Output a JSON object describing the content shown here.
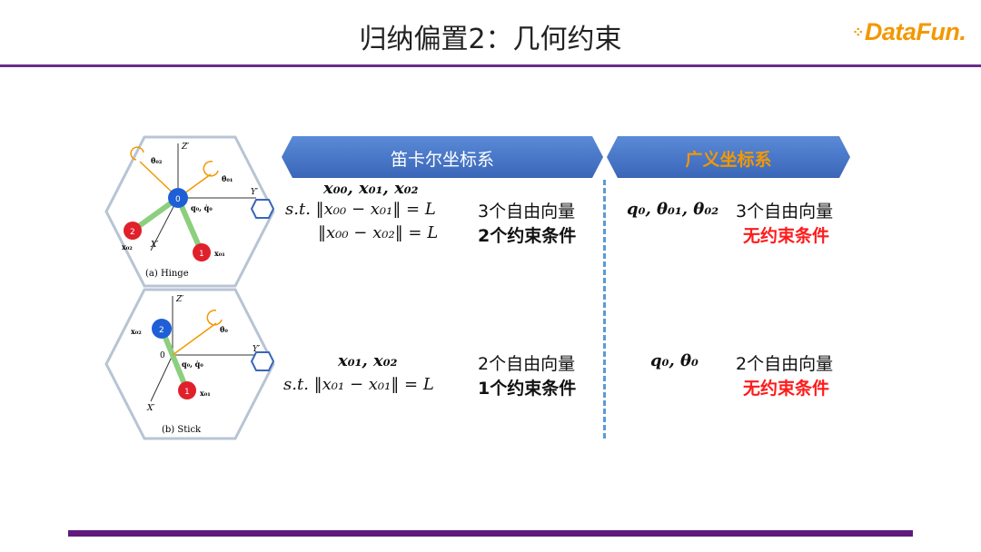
{
  "slide": {
    "title": "归纳偏置2：几何约束",
    "logo": {
      "text": "DataFun."
    },
    "colors": {
      "accent_purple": "#6a2c8b",
      "banner_blue": "#4472c4",
      "orange": "#f39800",
      "constraint_red": "#ff1a1a",
      "divider_blue": "#5b9bd5"
    }
  },
  "header": {
    "cartesian_label": "笛卡尔坐标系",
    "generalized_label": "广义坐标系"
  },
  "figures": {
    "hinge": {
      "caption": "(a) Hinge",
      "labels": {
        "z": "Z′",
        "y": "Y′",
        "x": "X′",
        "q": "q₀, q̇₀",
        "theta02": "θ̇₀₂",
        "theta01": "θ̇₀₁",
        "x02": "x₀₂",
        "x01": "x₀₁",
        "n0": "0",
        "n1": "1",
        "n2": "2"
      }
    },
    "stick": {
      "caption": "(b) Stick",
      "labels": {
        "z": "Z′",
        "y": "Y′",
        "x": "X′",
        "q": "q₀, q̇₀",
        "theta0": "θ̇₀",
        "x02": "x₀₂",
        "x01": "x₀₁",
        "origin": "0",
        "n1": "1",
        "n2": "2"
      }
    }
  },
  "rows": {
    "hinge": {
      "cartesian_vars": "x₀₀, x₀₁, x₀₂",
      "constraint1": "s.t. ‖x₀₀ − x₀₁‖ = L",
      "constraint2": "‖x₀₀ − x₀₂‖ = L",
      "cartesian_free": "3个自由向量",
      "cartesian_constraints": "2个约束条件",
      "generalized_vars": "q₀, θ₀₁, θ₀₂",
      "generalized_free": "3个自由向量",
      "generalized_constraints": "无约束条件"
    },
    "stick": {
      "cartesian_vars": "x₀₁, x₀₂",
      "constraint1": "s.t. ‖x₀₁ − x₀₁‖ = L",
      "cartesian_free": "2个自由向量",
      "cartesian_constraints": "1个约束条件",
      "generalized_vars": "q₀, θ₀",
      "generalized_free": "2个自由向量",
      "generalized_constraints": "无约束条件"
    }
  }
}
